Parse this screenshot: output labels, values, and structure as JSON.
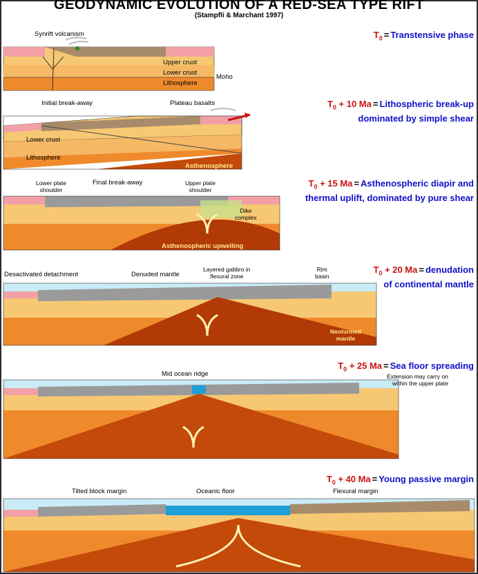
{
  "title": "GEODYNAMIC EVOLUTION OF A RED-SEA TYPE RIFT",
  "subtitle": "(Stampfli & Marchant 1997)",
  "stages": [
    {
      "time_base": "T",
      "time_sub": "0",
      "time_suffix": "",
      "sep": "=",
      "desc": "Transtensive phase",
      "desc2": ""
    },
    {
      "time_base": "T",
      "time_sub": "0",
      "time_suffix": " + 10 Ma",
      "sep": "=",
      "desc": "Lithospheric break-up",
      "desc2": "dominated by simple shear"
    },
    {
      "time_base": "T",
      "time_sub": "0",
      "time_suffix": " + 15 Ma",
      "sep": "=",
      "desc": "Asthenospheric diapir and",
      "desc2": "thermal uplift, dominated by pure shear"
    },
    {
      "time_base": "T",
      "time_sub": "0",
      "time_suffix": " + 20 Ma",
      "sep": "=",
      "desc": "denudation",
      "desc2": "of continental mantle"
    },
    {
      "time_base": "T",
      "time_sub": "0",
      "time_suffix": " + 25 Ma",
      "sep": "=",
      "desc": "Sea floor spreading",
      "desc2": ""
    },
    {
      "time_base": "T",
      "time_sub": "0",
      "time_suffix": " + 40 Ma",
      "sep": "=",
      "desc": "Young passive margin",
      "desc2": ""
    }
  ],
  "labels": {
    "synrift_volcanism": "Synrift volcanism",
    "upper_crust": "Upper crust",
    "lower_crust": "Lower crust",
    "lithosphere": "Lithosphere",
    "moho": "Moho",
    "initial_breakaway": "Initial break-away",
    "plateau_basalts": "Plateau basalts",
    "lower_crust_2": "Lower crust",
    "lithosphere_2": "Lithosphere",
    "asthenosphere": "Asthenosphere",
    "lower_plate_shoulder": "Lower plate\nshoulder",
    "final_breakaway": "Final break-away",
    "upper_plate_shoulder": "Upper plate\nshoulder",
    "dike_complex": "Dike\ncomplex",
    "asthenospheric_upwelling": "Asthenospheric upwelling",
    "desactivated_detachment": "Desactivated detachment",
    "denuded_mantle": "Denuded mantle",
    "layered_gabbro": "Layered gabbro in\nflexural zone",
    "rim_basin": "Rim\nbasin",
    "neoformed_mantle": "Neoformed\nmantle",
    "mid_ocean_ridge": "Mid ocean ridge",
    "extension_note": "Extension may carry on\nwithin the upper plate",
    "tilted_block_margin": "Tilted block margin",
    "oceanic_floor": "Oceanic floor",
    "flexural_margin": "Flexural margin"
  },
  "colors": {
    "time": "#cc1111",
    "description": "#1010c8",
    "upper_crust": "#f7c873",
    "lower_crust": "#f3ad55",
    "lithosphere": "#ef8a2c",
    "asthenosphere": "#b23a06",
    "sea": "#c9ecf7",
    "basement_pink": "#f2a0a6",
    "blocks": "#8f8f8f",
    "ocean_crust": "#1e9fd8"
  }
}
